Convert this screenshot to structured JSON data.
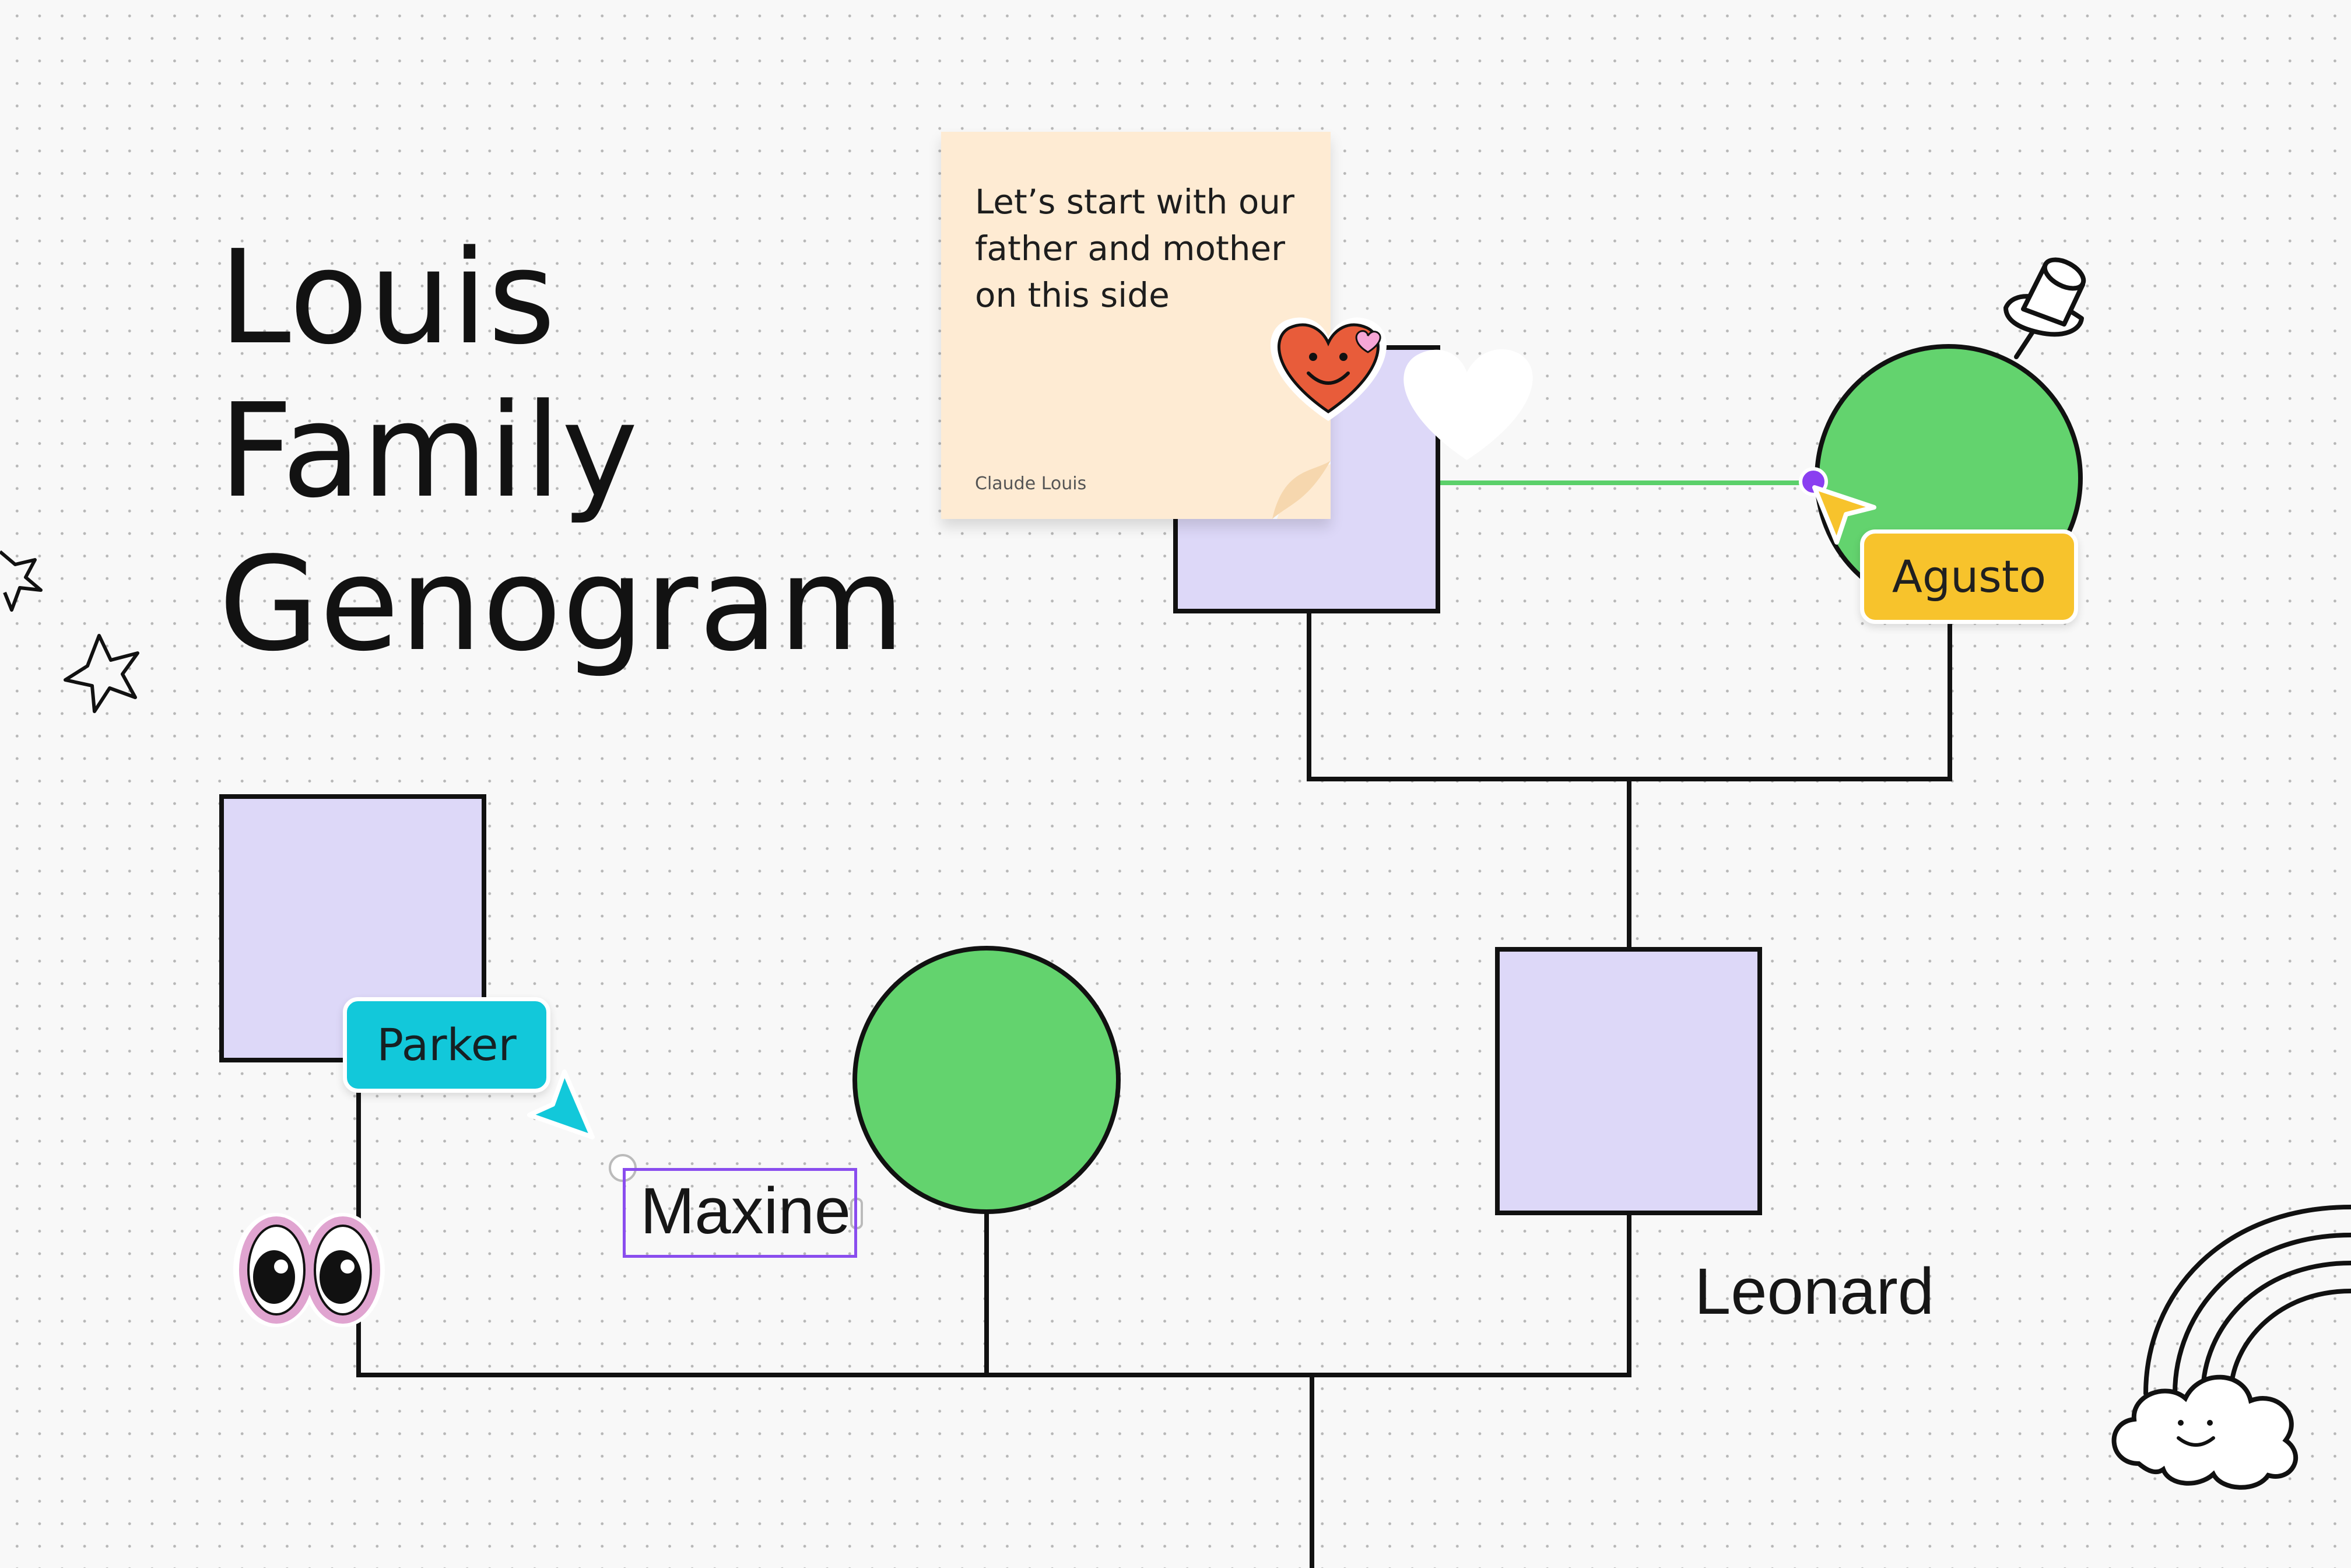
{
  "title": {
    "line1": "Louis",
    "line2": "Family",
    "line3": "Genogram"
  },
  "sticky_note": {
    "text": "Let’s start with our father and mother on this side",
    "author": "Claude Louis",
    "color": "#feebd3"
  },
  "people": {
    "agusto": "Agusto",
    "parker": "Parker",
    "maxine": "Maxine",
    "leonard": "Leonard"
  },
  "colors": {
    "male_fill": "#ddd8f8",
    "female_fill": "#63d36e",
    "line": "#111111",
    "marriage_link": "#5bd06a",
    "agusto_tag": "#f7c32c",
    "parker_tag": "#12c8da",
    "selection": "#8a4dee",
    "heart": "#e85c3a"
  },
  "stickers": [
    "heart-face-sticker",
    "pushpin-sticker",
    "stars-doodle",
    "eyes-sticker",
    "rainbow-cloud-doodle"
  ]
}
